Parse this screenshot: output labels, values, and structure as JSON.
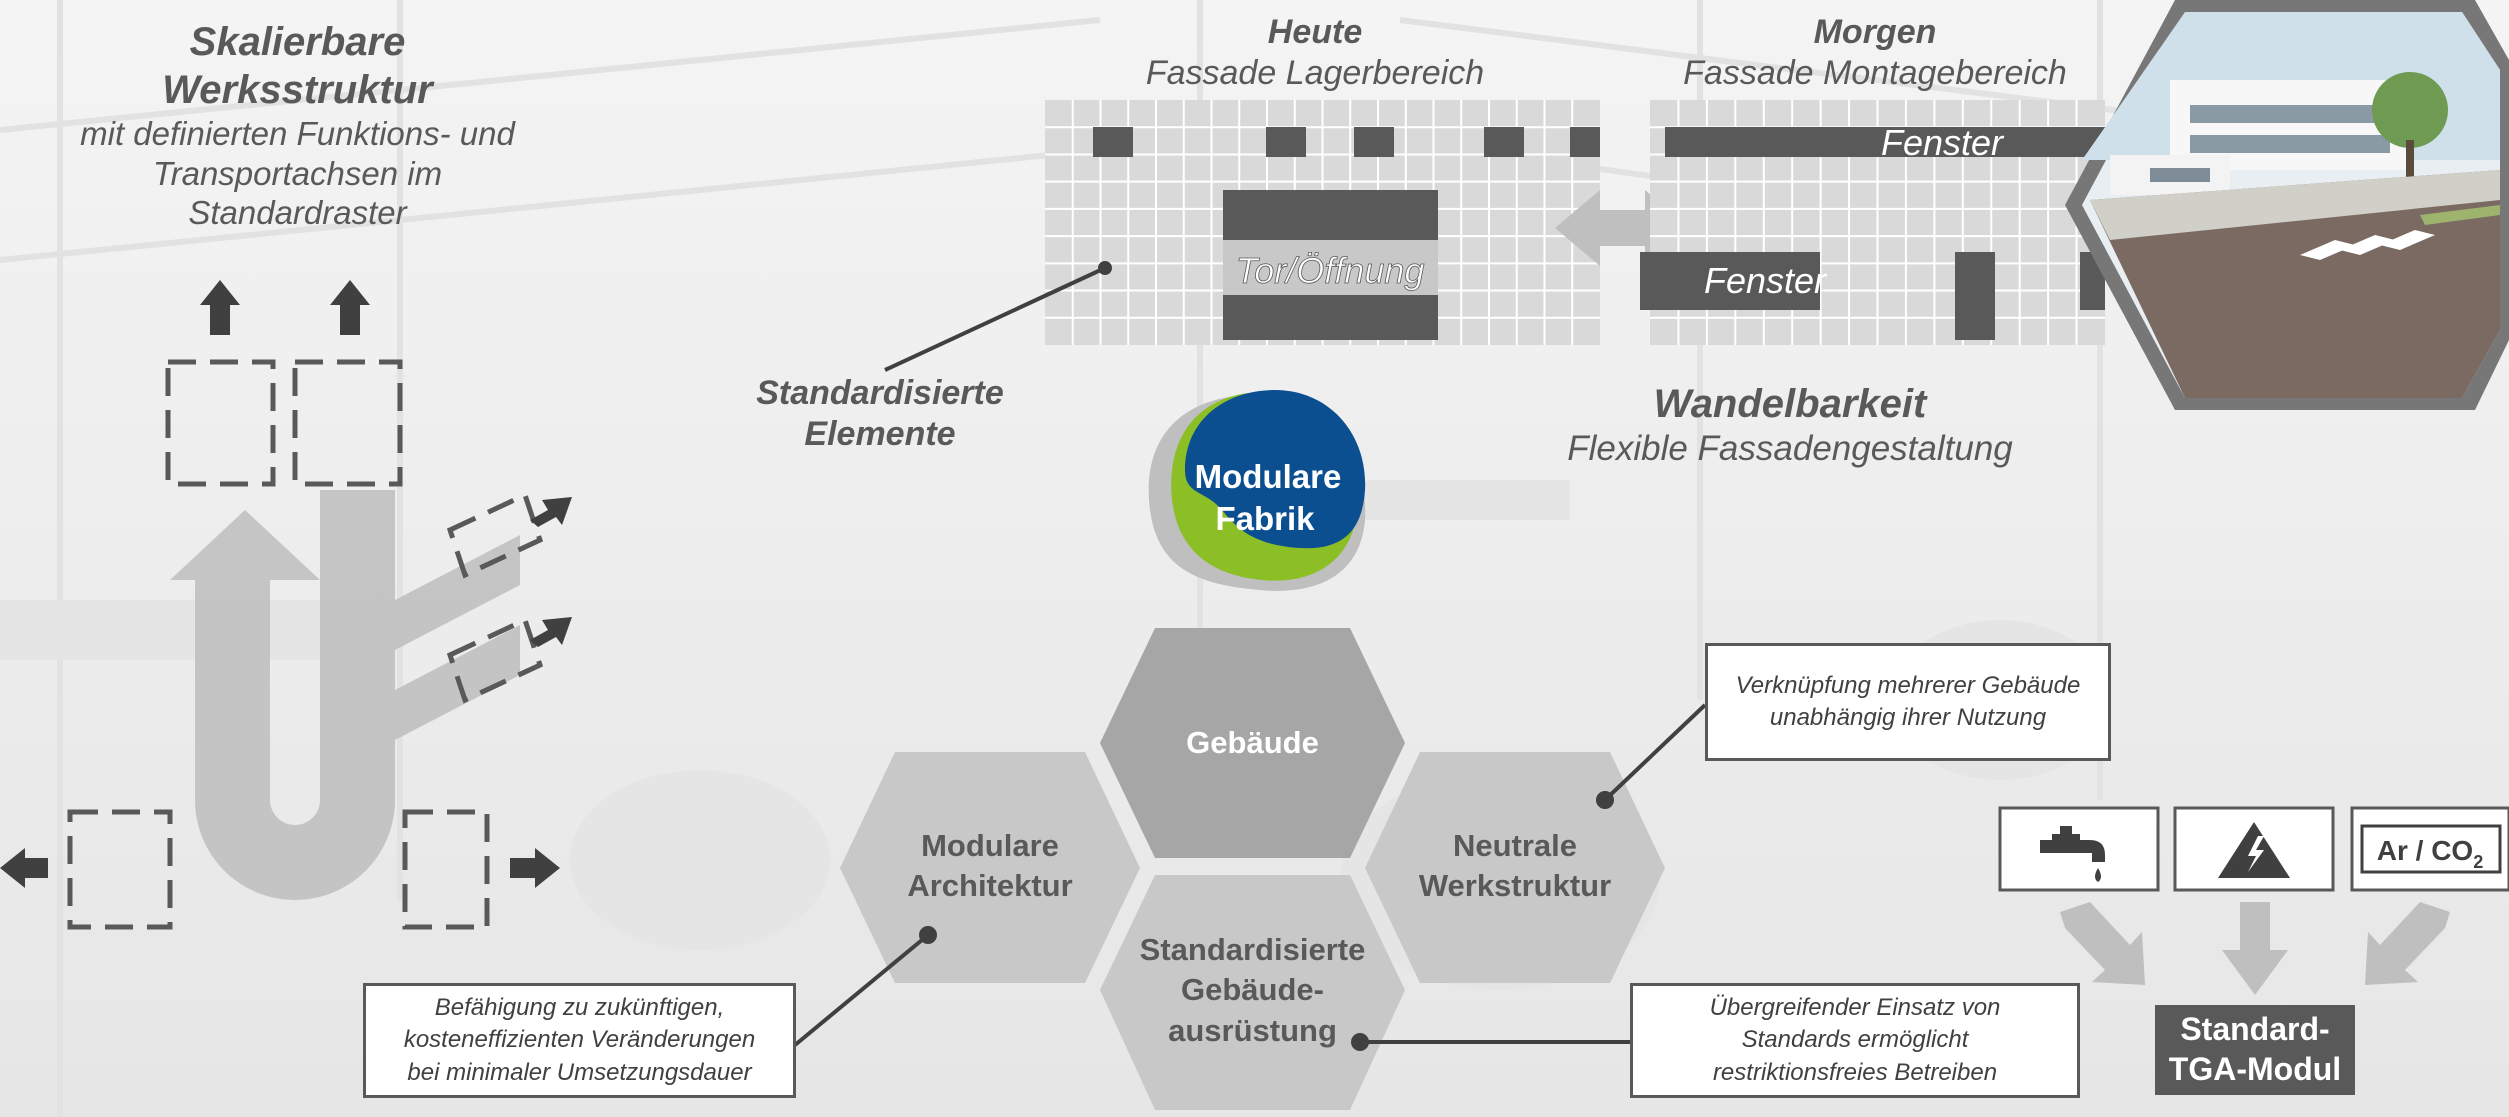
{
  "scalable": {
    "title_line1": "Skalierbare",
    "title_line2": "Werksstruktur",
    "sub_line1": "mit definierten Funktions- und",
    "sub_line2": "Transportachsen im",
    "sub_line3": "Standardraster"
  },
  "facade_today": {
    "heading": "Heute",
    "subheading": "Fassade Lagerbereich",
    "gate_label": "Tor/Öffnung"
  },
  "facade_tomorrow": {
    "heading": "Morgen",
    "subheading": "Fassade Montagebereich",
    "window_label_top": "Fenster",
    "window_label_bottom": "Fenster"
  },
  "standard_elements": {
    "line1": "Standardisierte",
    "line2": "Elemente"
  },
  "adaptability": {
    "title": "Wandelbarkeit",
    "subtitle": "Flexible Fassadengestaltung"
  },
  "logo": {
    "line1": "Modulare",
    "line2": "Fabrik",
    "color_blue": "#0b4f91",
    "color_green": "#8cbf26"
  },
  "hexagons": {
    "building": {
      "line1": "Gebäude"
    },
    "architecture": {
      "line1": "Modulare",
      "line2": "Architektur"
    },
    "structure": {
      "line1": "Neutrale",
      "line2": "Werkstruktur"
    },
    "equipment": {
      "line1": "Standardisierte",
      "line2": "Gebäude-",
      "line3": "ausrüstung"
    }
  },
  "callouts": {
    "linking": {
      "line1": "Verknüpfung mehrerer Gebäude",
      "line2": "unabhängig ihrer Nutzung"
    },
    "enabling": {
      "line1": "Befähigung zu zukünftigen,",
      "line2": "kosteneffizienten Veränderungen",
      "line3": "bei minimaler Umsetzungsdauer"
    },
    "standards": {
      "line1": "Übergreifender Einsatz von",
      "line2": "Standards ermöglicht",
      "line3": "restriktionsfreies Betreiben"
    }
  },
  "tga": {
    "icons": [
      "water-tap-icon",
      "electricity-icon",
      "gas-icon"
    ],
    "gas_label": "Ar / CO",
    "gas_subscript": "2",
    "module_line1": "Standard-",
    "module_line2": "TGA-Modul"
  },
  "colors": {
    "text_dark": "#595959",
    "hex_dark": "#a6a6a6",
    "hex_light": "#c8c8c8",
    "panel_dark": "#595959",
    "panel_light": "#d9d9d9"
  }
}
